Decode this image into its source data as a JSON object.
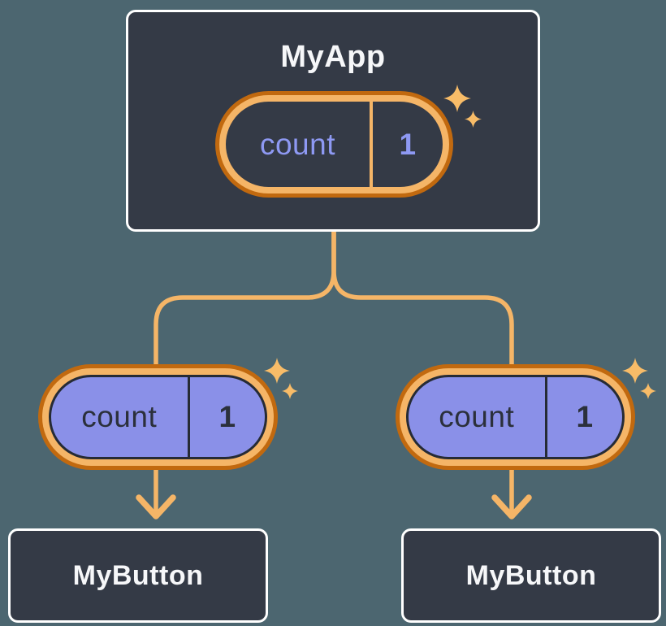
{
  "diagram": {
    "root": {
      "title": "MyApp",
      "pill": {
        "label": "count",
        "value": "1"
      }
    },
    "children": [
      {
        "title": "MyButton",
        "pill": {
          "label": "count",
          "value": "1"
        }
      },
      {
        "title": "MyButton",
        "pill": {
          "label": "count",
          "value": "1"
        }
      }
    ]
  },
  "icons": {
    "sparkle": "✦",
    "arrow_down": "↓"
  },
  "colors": {
    "background": "#4C6670",
    "node_fill": "#343A46",
    "node_border": "#FFFFFF",
    "node_text": "#F6F7F9",
    "connector_orange": "#F5B567",
    "ring_outer_orange": "#C1690F",
    "state_value_text": "#8E99F3",
    "prop_fill": "#8A90E8",
    "prop_outline": "#262B35",
    "prop_text": "#2B303B",
    "sparkle": "#F8BC68"
  }
}
